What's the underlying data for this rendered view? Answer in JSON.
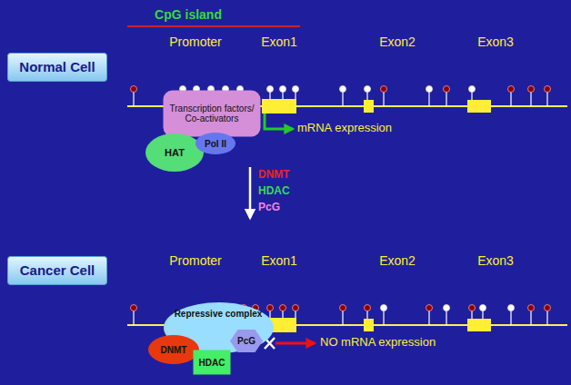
{
  "diagram": {
    "nodes": [
      {
        "text": [
          "Normal Cell"
        ]
      },
      {
        "text": [
          "Transcription factors/ Co-activators"
        ]
      },
      {
        "text": [
          "HAT"
        ]
      },
      {
        "text": [
          "Pol II"
        ]
      },
      {
        "text": [
          "Cancer Cell"
        ]
      },
      {
        "text": [
          "Repressive complex"
        ]
      },
      {
        "text": [
          "DNMT"
        ]
      },
      {
        "text": [
          "HDAC"
        ]
      },
      {
        "text": [
          "PcG"
        ]
      }
    ],
    "labels": [
      "CpG island",
      "Promoter",
      "Exon1",
      "Exon2",
      "Exon3",
      "mRNA expression",
      "DNMT",
      "HDAC",
      "PcG",
      "Promoter",
      "Exon1",
      "Exon2",
      "Exon3",
      "NO mRNA expression"
    ]
  }
}
